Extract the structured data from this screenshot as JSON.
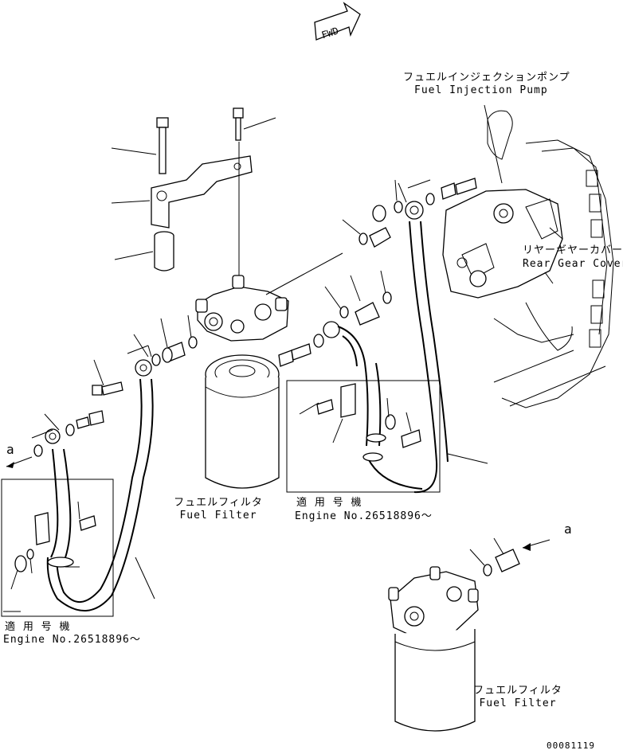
{
  "direction": "FWD",
  "callout_letter": "a",
  "labels": {
    "pump_jp": "フュエルインジェクションポンプ",
    "pump_en": "Fuel Injection Pump",
    "cover_jp": "リヤーギヤーカバー",
    "cover_en": "Rear Gear Cover",
    "filter_jp": "フュエルフィルタ",
    "filter_en": "Fuel Filter",
    "applic_jp": "適 用 号 機",
    "engine_no": "Engine No.26518896～"
  },
  "drawing_number": "00081119"
}
